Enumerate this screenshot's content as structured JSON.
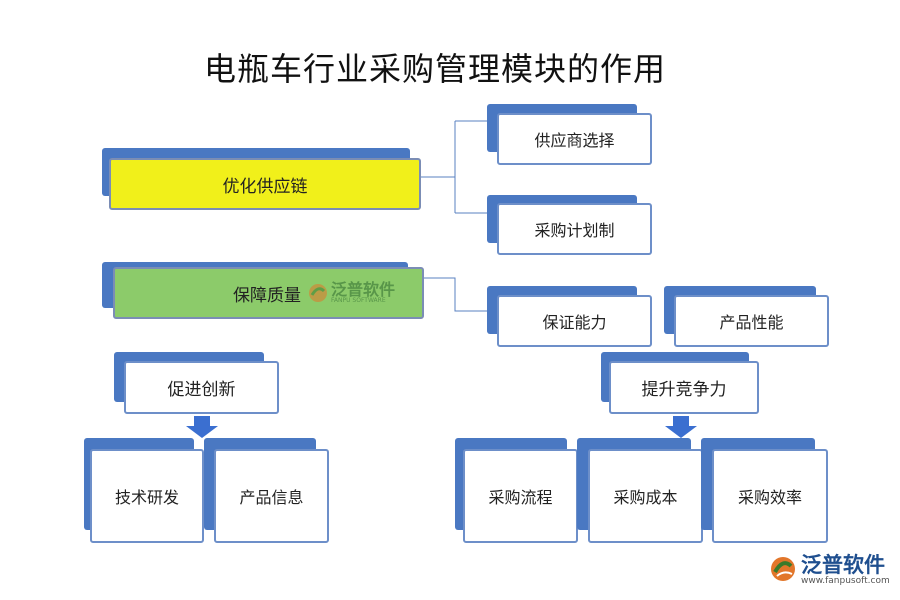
{
  "title": "电瓶车行业采购管理模块的作用",
  "nodes": {
    "optimize_supply_chain": "优化供应链",
    "supplier_selection": "供应商选择",
    "procurement_plan": "采购计划制",
    "ensure_quality": "保障质量",
    "ensure_capability": "保证能力",
    "product_performance": "产品性能",
    "promote_innovation": "促进创新",
    "tech_rnd": "技术研发",
    "product_info": "产品信息",
    "improve_competitiveness": "提升竞争力",
    "procurement_process": "采购流程",
    "procurement_cost": "采购成本",
    "procurement_efficiency": "采购效率"
  },
  "watermark": {
    "name": "泛普软件",
    "sub": "FANPU SOFTWARE"
  },
  "footer_logo": {
    "name": "泛普软件",
    "url": "www.fanpusoft.com"
  },
  "colors": {
    "shadow": "#4a78c2",
    "border": "#6d8fc9",
    "highlight_yellow": "#f1f01a",
    "highlight_green": "#8ccb6a",
    "arrow": "#3b6fd0"
  }
}
